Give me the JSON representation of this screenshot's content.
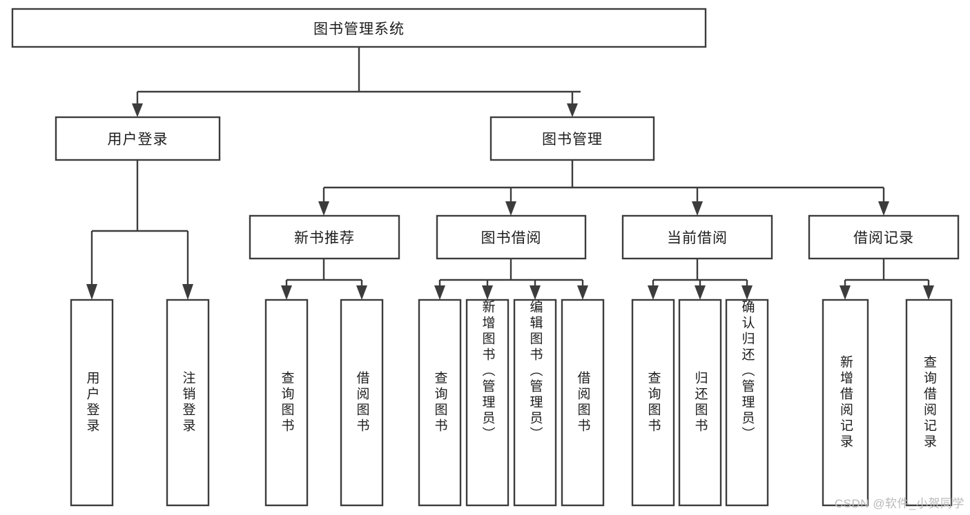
{
  "diagram": {
    "title": "图书管理系统",
    "type": "hierarchy-tree",
    "watermark": "CSDN @软件_小贺同学",
    "colors": {
      "stroke": "#3c3c3c",
      "box_fill": "#ffffff",
      "text": "#1d1d1d",
      "background": "#ffffff",
      "watermark": "#b9b9b9"
    },
    "root": {
      "label": "图书管理系统"
    },
    "level2": [
      {
        "label": "用户登录"
      },
      {
        "label": "图书管理"
      }
    ],
    "level3": [
      {
        "label": "新书推荐"
      },
      {
        "label": "图书借阅"
      },
      {
        "label": "当前借阅"
      },
      {
        "label": "借阅记录"
      }
    ],
    "leaves": {
      "user_login": [
        {
          "label": "用户登录"
        },
        {
          "label": "注销登录"
        }
      ],
      "new_book": [
        {
          "label": "查询图书"
        },
        {
          "label": "借阅图书"
        }
      ],
      "book_borrow": [
        {
          "label": "查询图书"
        },
        {
          "label": "新增图书（管理员）"
        },
        {
          "label": "编辑图书（管理员）"
        },
        {
          "label": "借阅图书"
        }
      ],
      "current_borrow": [
        {
          "label": "查询图书"
        },
        {
          "label": "归还图书"
        },
        {
          "label": "确认归还（管理员）"
        }
      ],
      "borrow_record": [
        {
          "label": "新增借阅记录"
        },
        {
          "label": "查询借阅记录"
        }
      ]
    }
  }
}
